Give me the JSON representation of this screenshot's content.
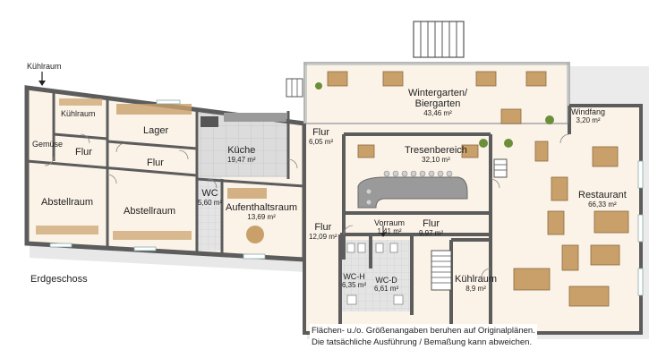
{
  "floor_title": "Erdgeschoss",
  "external_label": "Kühlraum",
  "rooms": [
    {
      "id": "kuehlraum-small",
      "name": "Kühlraum",
      "area": ""
    },
    {
      "id": "lager",
      "name": "Lager",
      "area": ""
    },
    {
      "id": "gemuese",
      "name": "Gemüse",
      "area": ""
    },
    {
      "id": "flur-left-a",
      "name": "Flur",
      "area": ""
    },
    {
      "id": "flur-left-b",
      "name": "Flur",
      "area": ""
    },
    {
      "id": "abstellraum-1",
      "name": "Abstellraum",
      "area": ""
    },
    {
      "id": "abstellraum-2",
      "name": "Abstellraum",
      "area": ""
    },
    {
      "id": "kueche",
      "name": "Küche",
      "area": "19,47 m²"
    },
    {
      "id": "wc",
      "name": "WC",
      "area": "5,60 m²"
    },
    {
      "id": "aufenthaltsraum",
      "name": "Aufenthaltsraum",
      "area": "13,69 m²"
    },
    {
      "id": "flur-mid-top",
      "name": "Flur",
      "area": "6,05 m²"
    },
    {
      "id": "flur-mid-bottom",
      "name": "Flur",
      "area": "12,09 m²"
    },
    {
      "id": "wintergarten",
      "name": "Wintergarten/",
      "name2": "Biergarten",
      "area": "43,46 m²"
    },
    {
      "id": "windfang",
      "name": "Windfang",
      "area": "3,20 m²"
    },
    {
      "id": "tresenbereich",
      "name": "Tresenbereich",
      "area": "32,10 m²"
    },
    {
      "id": "restaurant",
      "name": "Restaurant",
      "area": "66,33 m²"
    },
    {
      "id": "vorraum",
      "name": "Vorraum",
      "area": "1,41 m²"
    },
    {
      "id": "flur-center",
      "name": "Flur",
      "area": "9,97 m²"
    },
    {
      "id": "wc-h",
      "name": "WC-H",
      "area": "6,35 m²"
    },
    {
      "id": "wc-d",
      "name": "WC-D",
      "area": "6,61 m²"
    },
    {
      "id": "kuehlraum-big",
      "name": "Kühlraum",
      "area": "8,9 m²"
    }
  ],
  "disclaimer": [
    "Flächen- u./o. Größenangaben beruhen auf Originalplänen.",
    "Die tatsächliche Ausführung / Bemaßung kann abweichen."
  ],
  "colors": {
    "wall": "#5c5c5c",
    "floor": "#fbf3e8",
    "tile": "#d9d9d9",
    "table": "#c9a06a",
    "counter": "#9a9a9a"
  }
}
